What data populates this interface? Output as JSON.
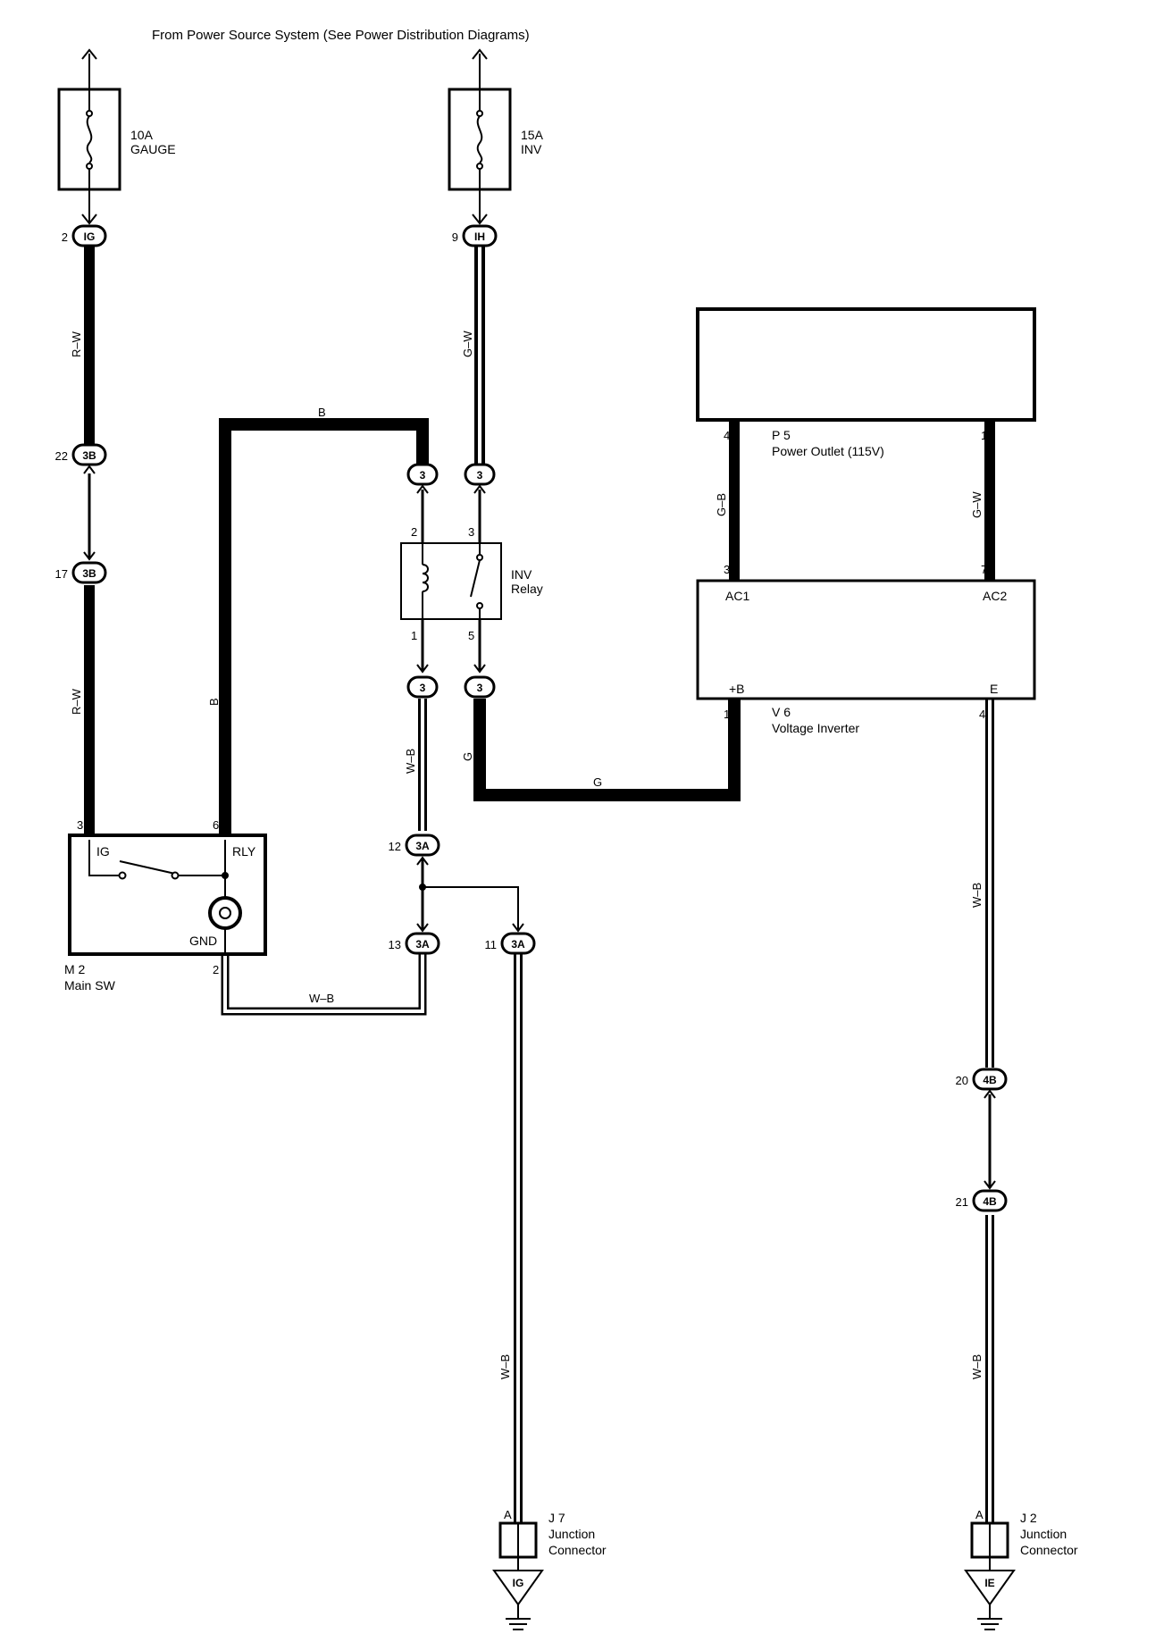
{
  "header": {
    "source_note": "From Power Source System (See Power Distribution Diagrams)"
  },
  "fuses": [
    {
      "rating": "10A",
      "name": "GAUGE"
    },
    {
      "rating": "15A",
      "name": "INV"
    }
  ],
  "connectors": {
    "ig": {
      "pin": "2",
      "code": "IG"
    },
    "ih": {
      "pin": "9",
      "code": "IH"
    },
    "b3_22": {
      "pin": "22",
      "code": "3B"
    },
    "b3_17": {
      "pin": "17",
      "code": "3B"
    },
    "relay_top_left": {
      "code": "3"
    },
    "relay_top_right": {
      "code": "3"
    },
    "relay_bot_left": {
      "code": "3"
    },
    "relay_bot_right": {
      "code": "3"
    },
    "a3_12": {
      "pin": "12",
      "code": "3A"
    },
    "a3_13": {
      "pin": "13",
      "code": "3A"
    },
    "a3_11": {
      "pin": "11",
      "code": "3A"
    },
    "b4_20": {
      "pin": "20",
      "code": "4B"
    },
    "b4_21": {
      "pin": "21",
      "code": "4B"
    }
  },
  "wires": {
    "rw_upper": "R–W",
    "rw_lower": "R–W",
    "b_top": "B",
    "b_side": "B",
    "gw_ih": "G–W",
    "wb_relay": "W–B",
    "g_vert": "G",
    "g_horiz": "G",
    "wb_main": "W–B",
    "gb_outlet": "G–B",
    "gw_outlet": "G–W",
    "wb_inverter": "W–B",
    "wb_j7": "W–B",
    "wb_j2": "W–B"
  },
  "relay": {
    "name_line1": "INV",
    "name_line2": "Relay",
    "pin_tl": "2",
    "pin_tr": "3",
    "pin_bl": "1",
    "pin_br": "5"
  },
  "power_outlet": {
    "id": "P 5",
    "name": "Power Outlet (115V)",
    "pin_left": "4",
    "pin_right": "1"
  },
  "inverter": {
    "id": "V 6",
    "name": "Voltage Inverter",
    "pin_ac1": "3",
    "pin_ac2": "7",
    "label_ac1": "AC1",
    "label_ac2": "AC2",
    "label_b": "+B",
    "label_e": "E",
    "pin_b": "1",
    "pin_e": "4"
  },
  "main_switch": {
    "id": "M 2",
    "name": "Main SW",
    "label_ig": "IG",
    "label_rly": "RLY",
    "label_gnd": "GND",
    "pin_ig": "3",
    "pin_rly": "6",
    "pin_gnd": "2"
  },
  "junctions": [
    {
      "id": "J 7",
      "line1": "Junction",
      "line2": "Connector",
      "pin": "A",
      "ground": "IG"
    },
    {
      "id": "J 2",
      "line1": "Junction",
      "line2": "Connector",
      "pin": "A",
      "ground": "IE"
    }
  ]
}
